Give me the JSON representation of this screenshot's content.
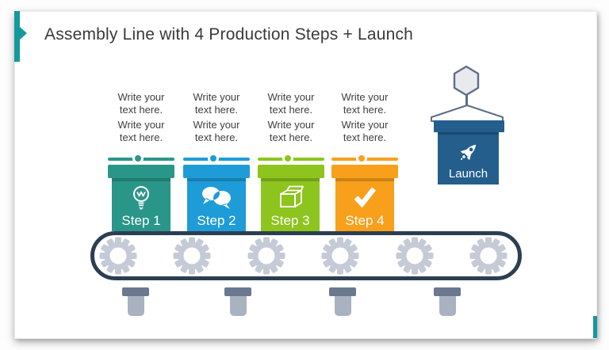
{
  "slide": {
    "title": "Assembly Line with 4 Production Steps + Launch"
  },
  "accent": {
    "color": "#13999B"
  },
  "steps": [
    {
      "label": "Step 1",
      "color": "#2A9689",
      "icon": "lightbulb-icon",
      "text_lines": [
        "Write your",
        "text here.",
        "Write your",
        "text here."
      ]
    },
    {
      "label": "Step 2",
      "color": "#1E9CD7",
      "icon": "chat-bubbles-icon",
      "text_lines": [
        "Write your",
        "text here.",
        "Write your",
        "text here."
      ]
    },
    {
      "label": "Step 3",
      "color": "#8DC41E",
      "icon": "open-box-icon",
      "text_lines": [
        "Write your",
        "text here.",
        "Write your",
        "text here."
      ]
    },
    {
      "label": "Step 4",
      "color": "#F8A01B",
      "icon": "checkmark-icon",
      "text_lines": [
        "Write your",
        "text here.",
        "Write your",
        "text here."
      ]
    }
  ],
  "launch": {
    "label": "Launch",
    "color": "#235E8C",
    "icon": "rocket-icon"
  },
  "conveyor": {
    "gear_count": 6,
    "leg_count": 4,
    "belt_color": "#2C3E52",
    "gear_color": "#C5CBD6",
    "leg_cap_color": "#6A7890",
    "leg_color": "#A9B2C0"
  }
}
